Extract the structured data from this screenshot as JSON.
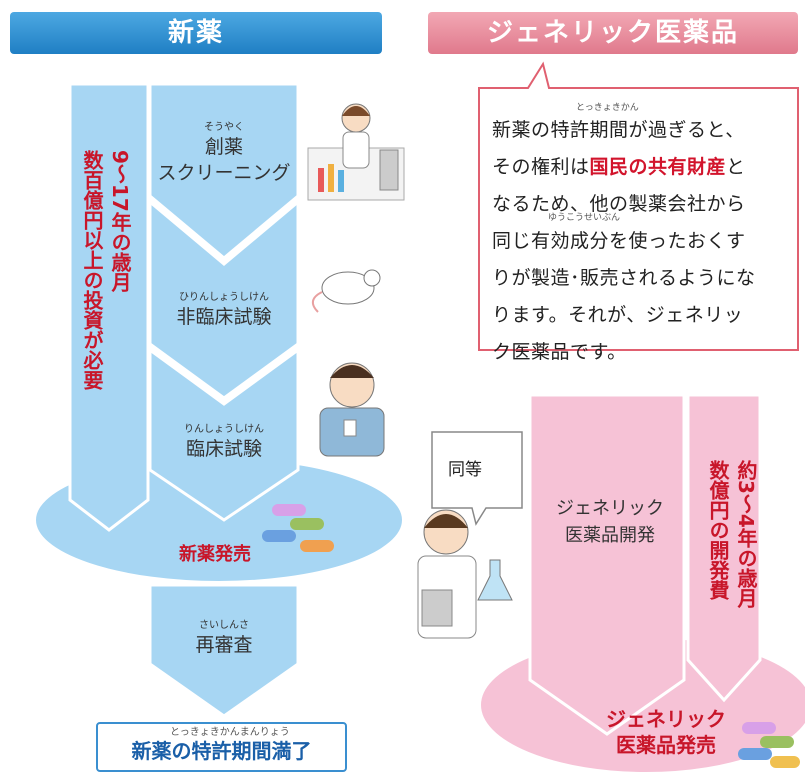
{
  "titles": {
    "new_drug": "新薬",
    "generic": "ジェネリック医薬品"
  },
  "new_drug_flow": {
    "stages": [
      {
        "ruby": "そうやく",
        "name": "創薬",
        "name2": "スクリーニング"
      },
      {
        "ruby": "ひりんしょうしけん",
        "name": "非臨床試験"
      },
      {
        "ruby": "りんしょうしけん",
        "name": "臨床試験"
      },
      {
        "ruby": "さいしんさ",
        "name": "再審査"
      }
    ],
    "duration": "9～17年の歳月",
    "investment": "数百億円以上の投資が必要",
    "release": "新薬発売",
    "expiry_ruby": "とっきょきかんまんりょう",
    "expiry": "新薬の特許期間満了"
  },
  "callout": {
    "ruby_patent": "とっきょきかん",
    "ruby_ingredient": "ゆうこうせいぶん",
    "lines": [
      "新薬の特許期間が過ぎると、",
      "その権利は|国民の共有財産|と",
      "なるため、他の製薬会社から",
      "同じ有効成分を使ったおくす",
      "りが製造･販売されるようにな",
      "ります。それが、ジェネリッ",
      "ク医薬品です。"
    ],
    "line2_pre": "その権利は",
    "line2_hl": "国民の共有財産",
    "line2_post": "と"
  },
  "generic_flow": {
    "bubble": "同等",
    "development": "ジェネリック医薬品開発",
    "dev_line1": "ジェネリック",
    "dev_line2": "医薬品開発",
    "duration": "約3～4年の歳月",
    "cost": "数億円の開発費",
    "release_line1": "ジェネリック",
    "release_line2": "医薬品発売"
  },
  "colors": {
    "blue": "#a7d6f3",
    "blue_dark": "#1f7fc4",
    "pink": "#f6c2d6",
    "pink_dark": "#e0798c",
    "red": "#c8162a"
  }
}
